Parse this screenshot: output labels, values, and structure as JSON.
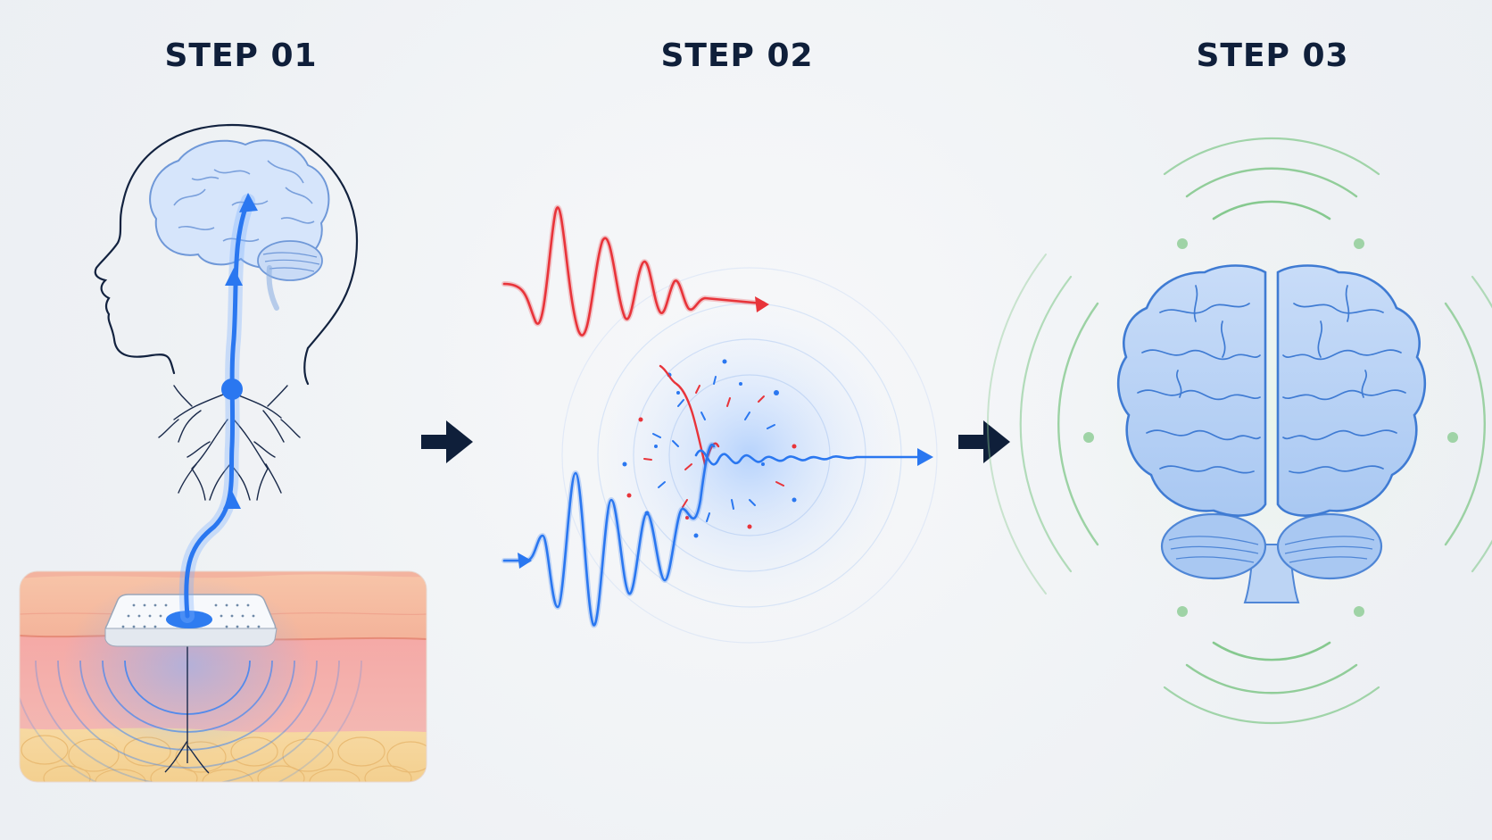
{
  "steps": [
    {
      "label": "STEP 01"
    },
    {
      "label": "STEP 02"
    },
    {
      "label": "STEP 03"
    }
  ],
  "colors": {
    "title": "#0f1f3a",
    "signal_blue": "#2a77f0",
    "noise_red": "#e8343a",
    "calm_green": "#7fc48a",
    "brain_blue": "#9cc2f2",
    "skin_pink": "#f5b3b3",
    "fat_yellow": "#f6d79b"
  },
  "icons": [
    "head-silhouette-icon",
    "brain-icon",
    "neuron-icon",
    "skin-patch-icon",
    "red-waveform-icon",
    "blue-waveform-icon",
    "interference-burst-icon",
    "brain-top-view-icon",
    "right-arrow-icon"
  ]
}
